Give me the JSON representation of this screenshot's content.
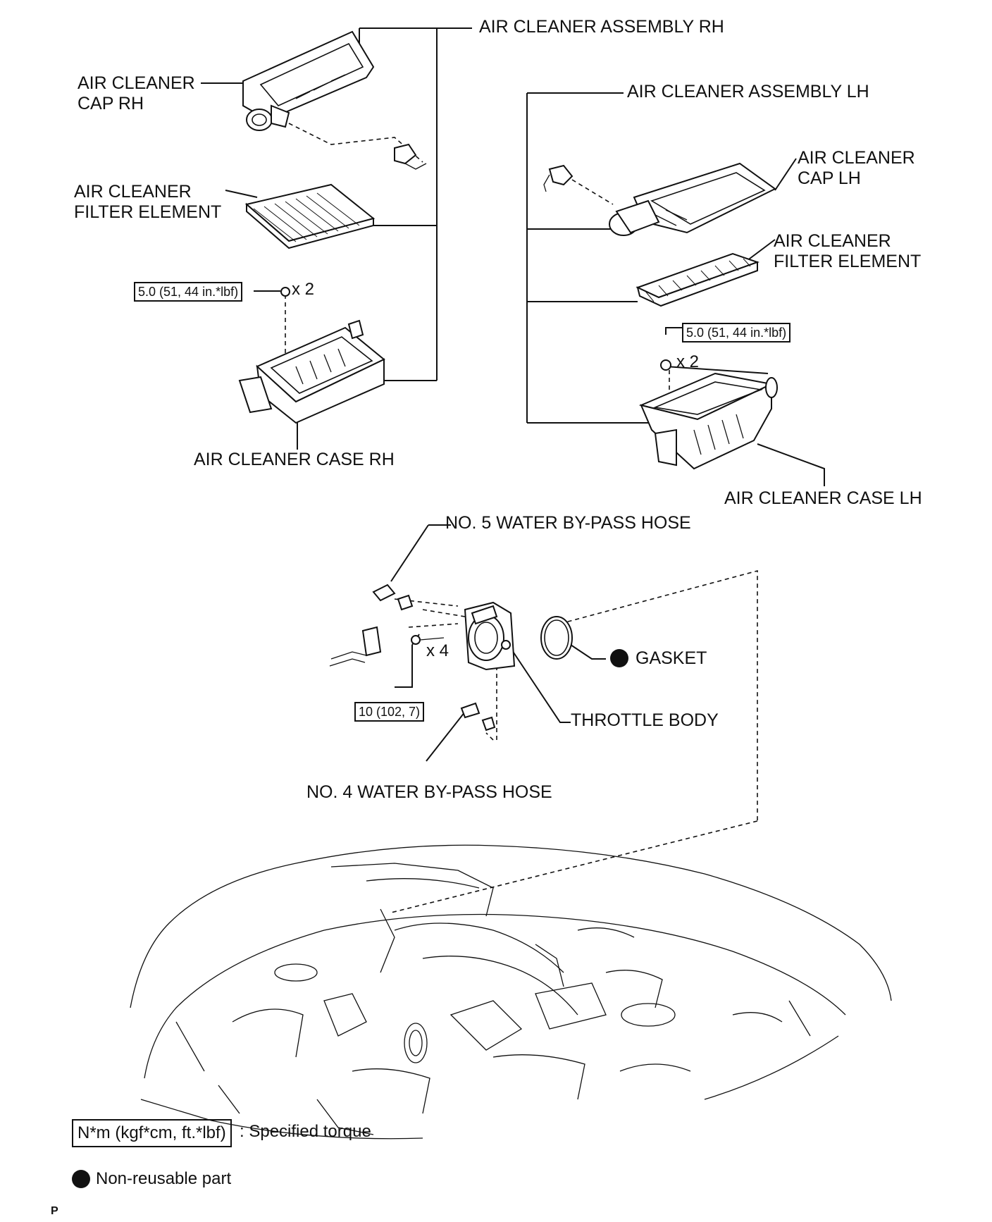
{
  "labels": {
    "assy_rh": "AIR CLEANER ASSEMBLY RH",
    "cap_rh_1": "AIR CLEANER",
    "cap_rh_2": "CAP RH",
    "filter_rh_1": "AIR CLEANER",
    "filter_rh_2": "FILTER ELEMENT",
    "case_rh": "AIR CLEANER CASE RH",
    "assy_lh": "AIR CLEANER ASSEMBLY LH",
    "cap_lh_1": "AIR CLEANER",
    "cap_lh_2": "CAP LH",
    "filter_lh_1": "AIR CLEANER",
    "filter_lh_2": "FILTER ELEMENT",
    "case_lh": "AIR CLEANER CASE LH",
    "hose5": "NO. 5 WATER BY-PASS HOSE",
    "gasket": "GASKET",
    "throttle": "THROTTLE BODY",
    "hose4": "NO. 4 WATER BY-PASS HOSE"
  },
  "torque": {
    "rh": "5.0 (51, 44 in.*lbf)",
    "lh": "5.0 (51, 44 in.*lbf)",
    "throttle": "10 (102, 7)"
  },
  "qty": {
    "rh": "x 2",
    "lh": "x 2",
    "throttle": "x 4"
  },
  "legend": {
    "torque_box": "N*m (kgf*cm, ft.*lbf)",
    "torque_text": ": Specified torque",
    "nonreusable": "Non-reusable part"
  },
  "footer_code": "P"
}
